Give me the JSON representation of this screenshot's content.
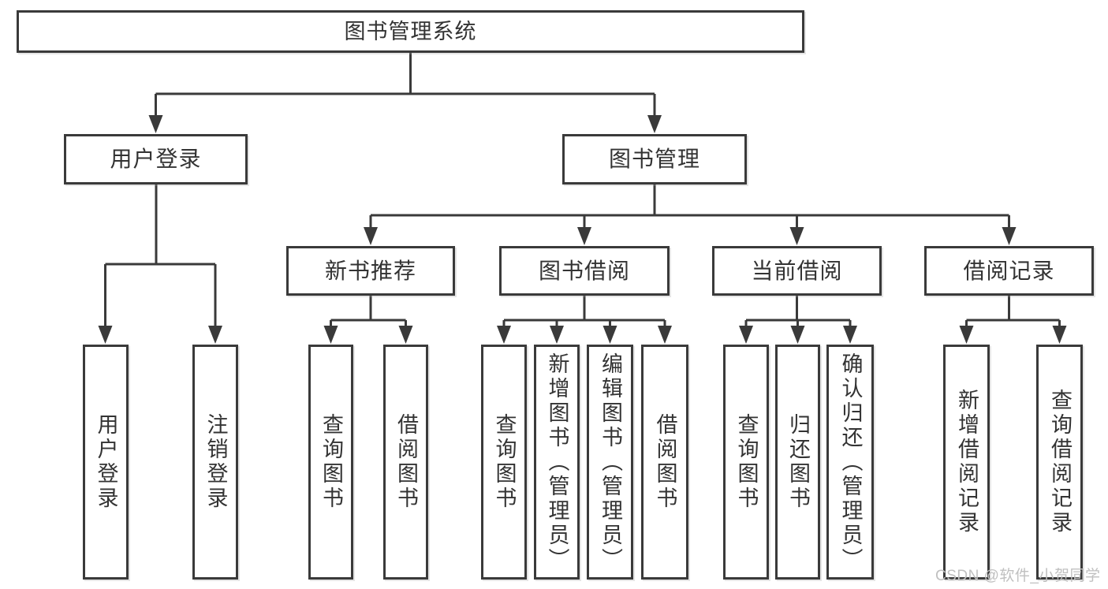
{
  "diagram_type": "hierarchy",
  "tree": {
    "root": {
      "label": "图书管理系统",
      "children": [
        {
          "label": "用户登录",
          "children": [
            {
              "label": "用户登录"
            },
            {
              "label": "注销登录"
            }
          ]
        },
        {
          "label": "图书管理",
          "children": [
            {
              "label": "新书推荐",
              "children": [
                {
                  "label": "查询图书"
                },
                {
                  "label": "借阅图书"
                }
              ]
            },
            {
              "label": "图书借阅",
              "children": [
                {
                  "label": "查询图书"
                },
                {
                  "label": "新增图书（管理员）"
                },
                {
                  "label": "编辑图书（管理员）"
                },
                {
                  "label": "借阅图书"
                }
              ]
            },
            {
              "label": "当前借阅",
              "children": [
                {
                  "label": "查询图书"
                },
                {
                  "label": "归还图书"
                },
                {
                  "label": "确认归还（管理员）"
                }
              ]
            },
            {
              "label": "借阅记录",
              "children": [
                {
                  "label": "新增借阅记录"
                },
                {
                  "label": "查询借阅记录"
                }
              ]
            }
          ]
        }
      ]
    }
  },
  "watermark": {
    "text": "CSDN @软件_小贺同学",
    "color": "#c0c0c0"
  },
  "style": {
    "line_color": "#3a3a3a",
    "box_border_color": "#3a3a3a",
    "text_color": "#333333",
    "background": "#ffffff"
  }
}
